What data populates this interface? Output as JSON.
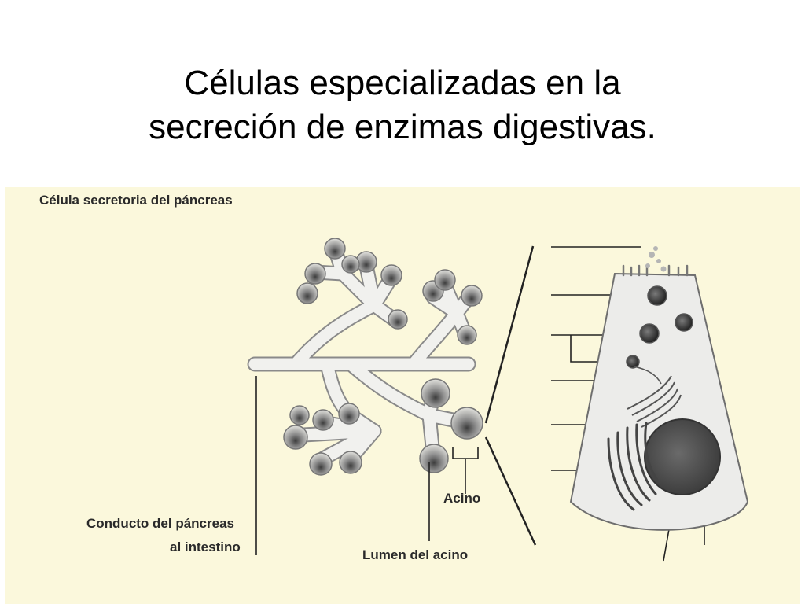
{
  "slide": {
    "title_line1": "Células especializadas en la",
    "title_line2": "secreción de enzimas digestivas."
  },
  "figure": {
    "heading": "Célula secretoria del páncreas",
    "labels": {
      "duct_line1": "Conducto del páncreas",
      "duct_line2": "al intestino",
      "acino": "Acino",
      "lumen": "Lumen del acino"
    }
  },
  "colors": {
    "figure_background": "#fbf8dc",
    "tissue": "#ededea",
    "outline": "#8a8a8a",
    "dark": "#3a3a3a"
  }
}
